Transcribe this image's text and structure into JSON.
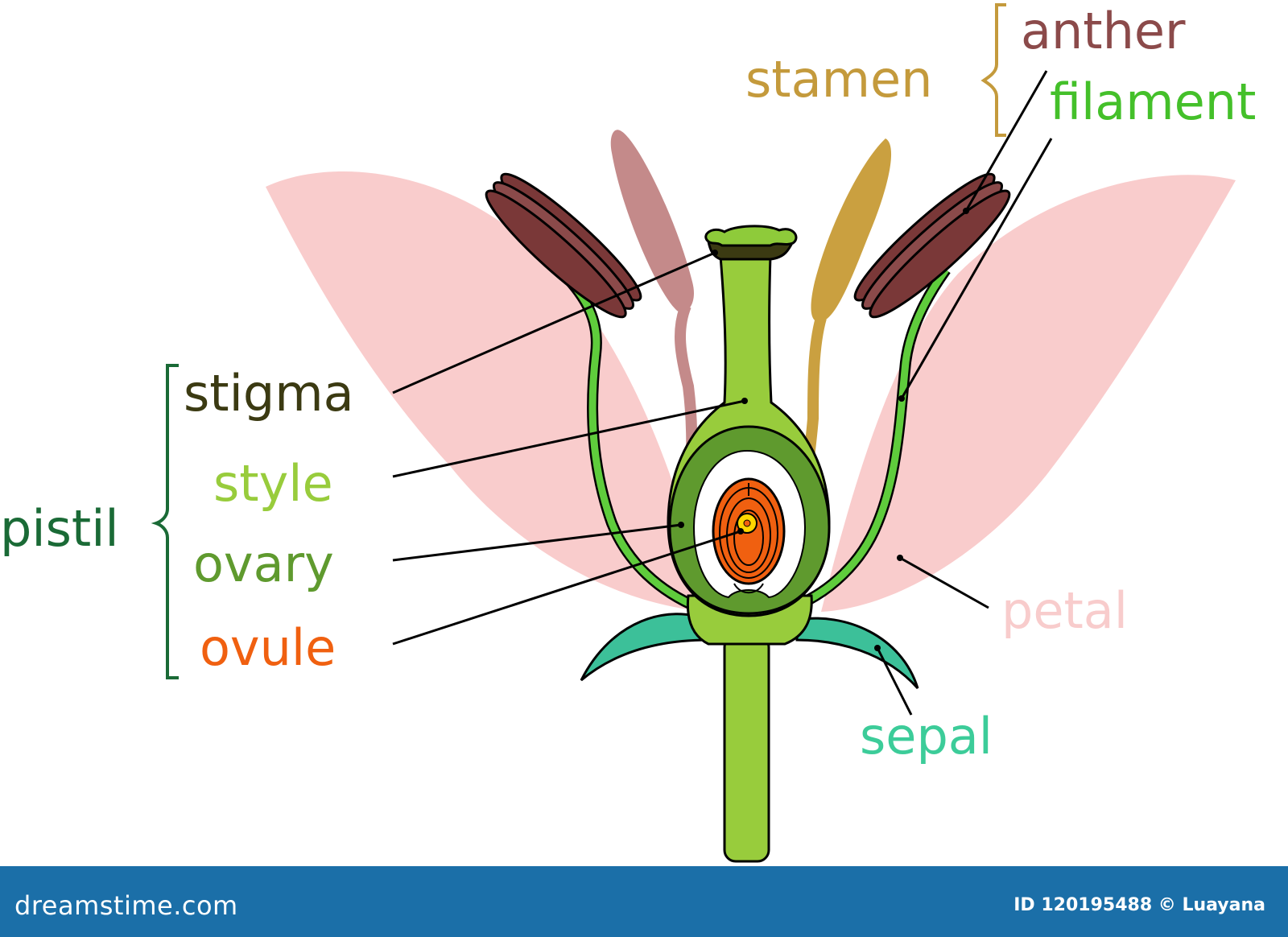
{
  "labels": {
    "stamen": "stamen",
    "anther": "anther",
    "filament": "filament",
    "stigma": "stigma",
    "style": "style",
    "ovary": "ovary",
    "ovule": "ovule",
    "pistil": "pistil",
    "petal": "petal",
    "sepal": "sepal"
  },
  "colors": {
    "stamen": "#c49a3c",
    "anther": "#8b4a4a",
    "filament": "#44c02a",
    "stigma": "#3b3a12",
    "style": "#98cc3c",
    "ovary": "#5f9a2e",
    "ovule": "#f06010",
    "pistil": "#1a6a36",
    "petal": "#f8cccc",
    "sepal": "#3ccc99"
  },
  "footer": {
    "brand": "dreamstime.com",
    "credit": "ID 120195488 © Luayana"
  }
}
